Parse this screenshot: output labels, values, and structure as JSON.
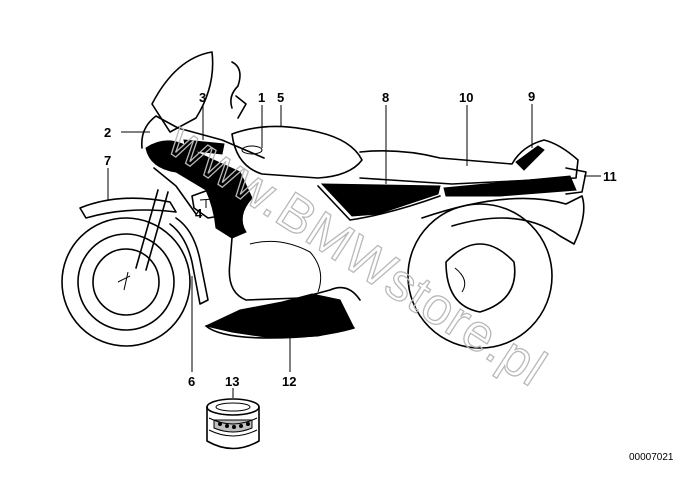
{
  "diagram": {
    "watermark": "www.BMWstore.pl",
    "drawing_code": "00007021",
    "callouts": {
      "c1": "1",
      "c2": "2",
      "c3": "3",
      "c4": "4",
      "c5": "5",
      "c6": "6",
      "c7": "7",
      "c8": "8",
      "c9": "9",
      "c10": "10",
      "c11": "11",
      "c12": "12",
      "c13": "13"
    }
  }
}
